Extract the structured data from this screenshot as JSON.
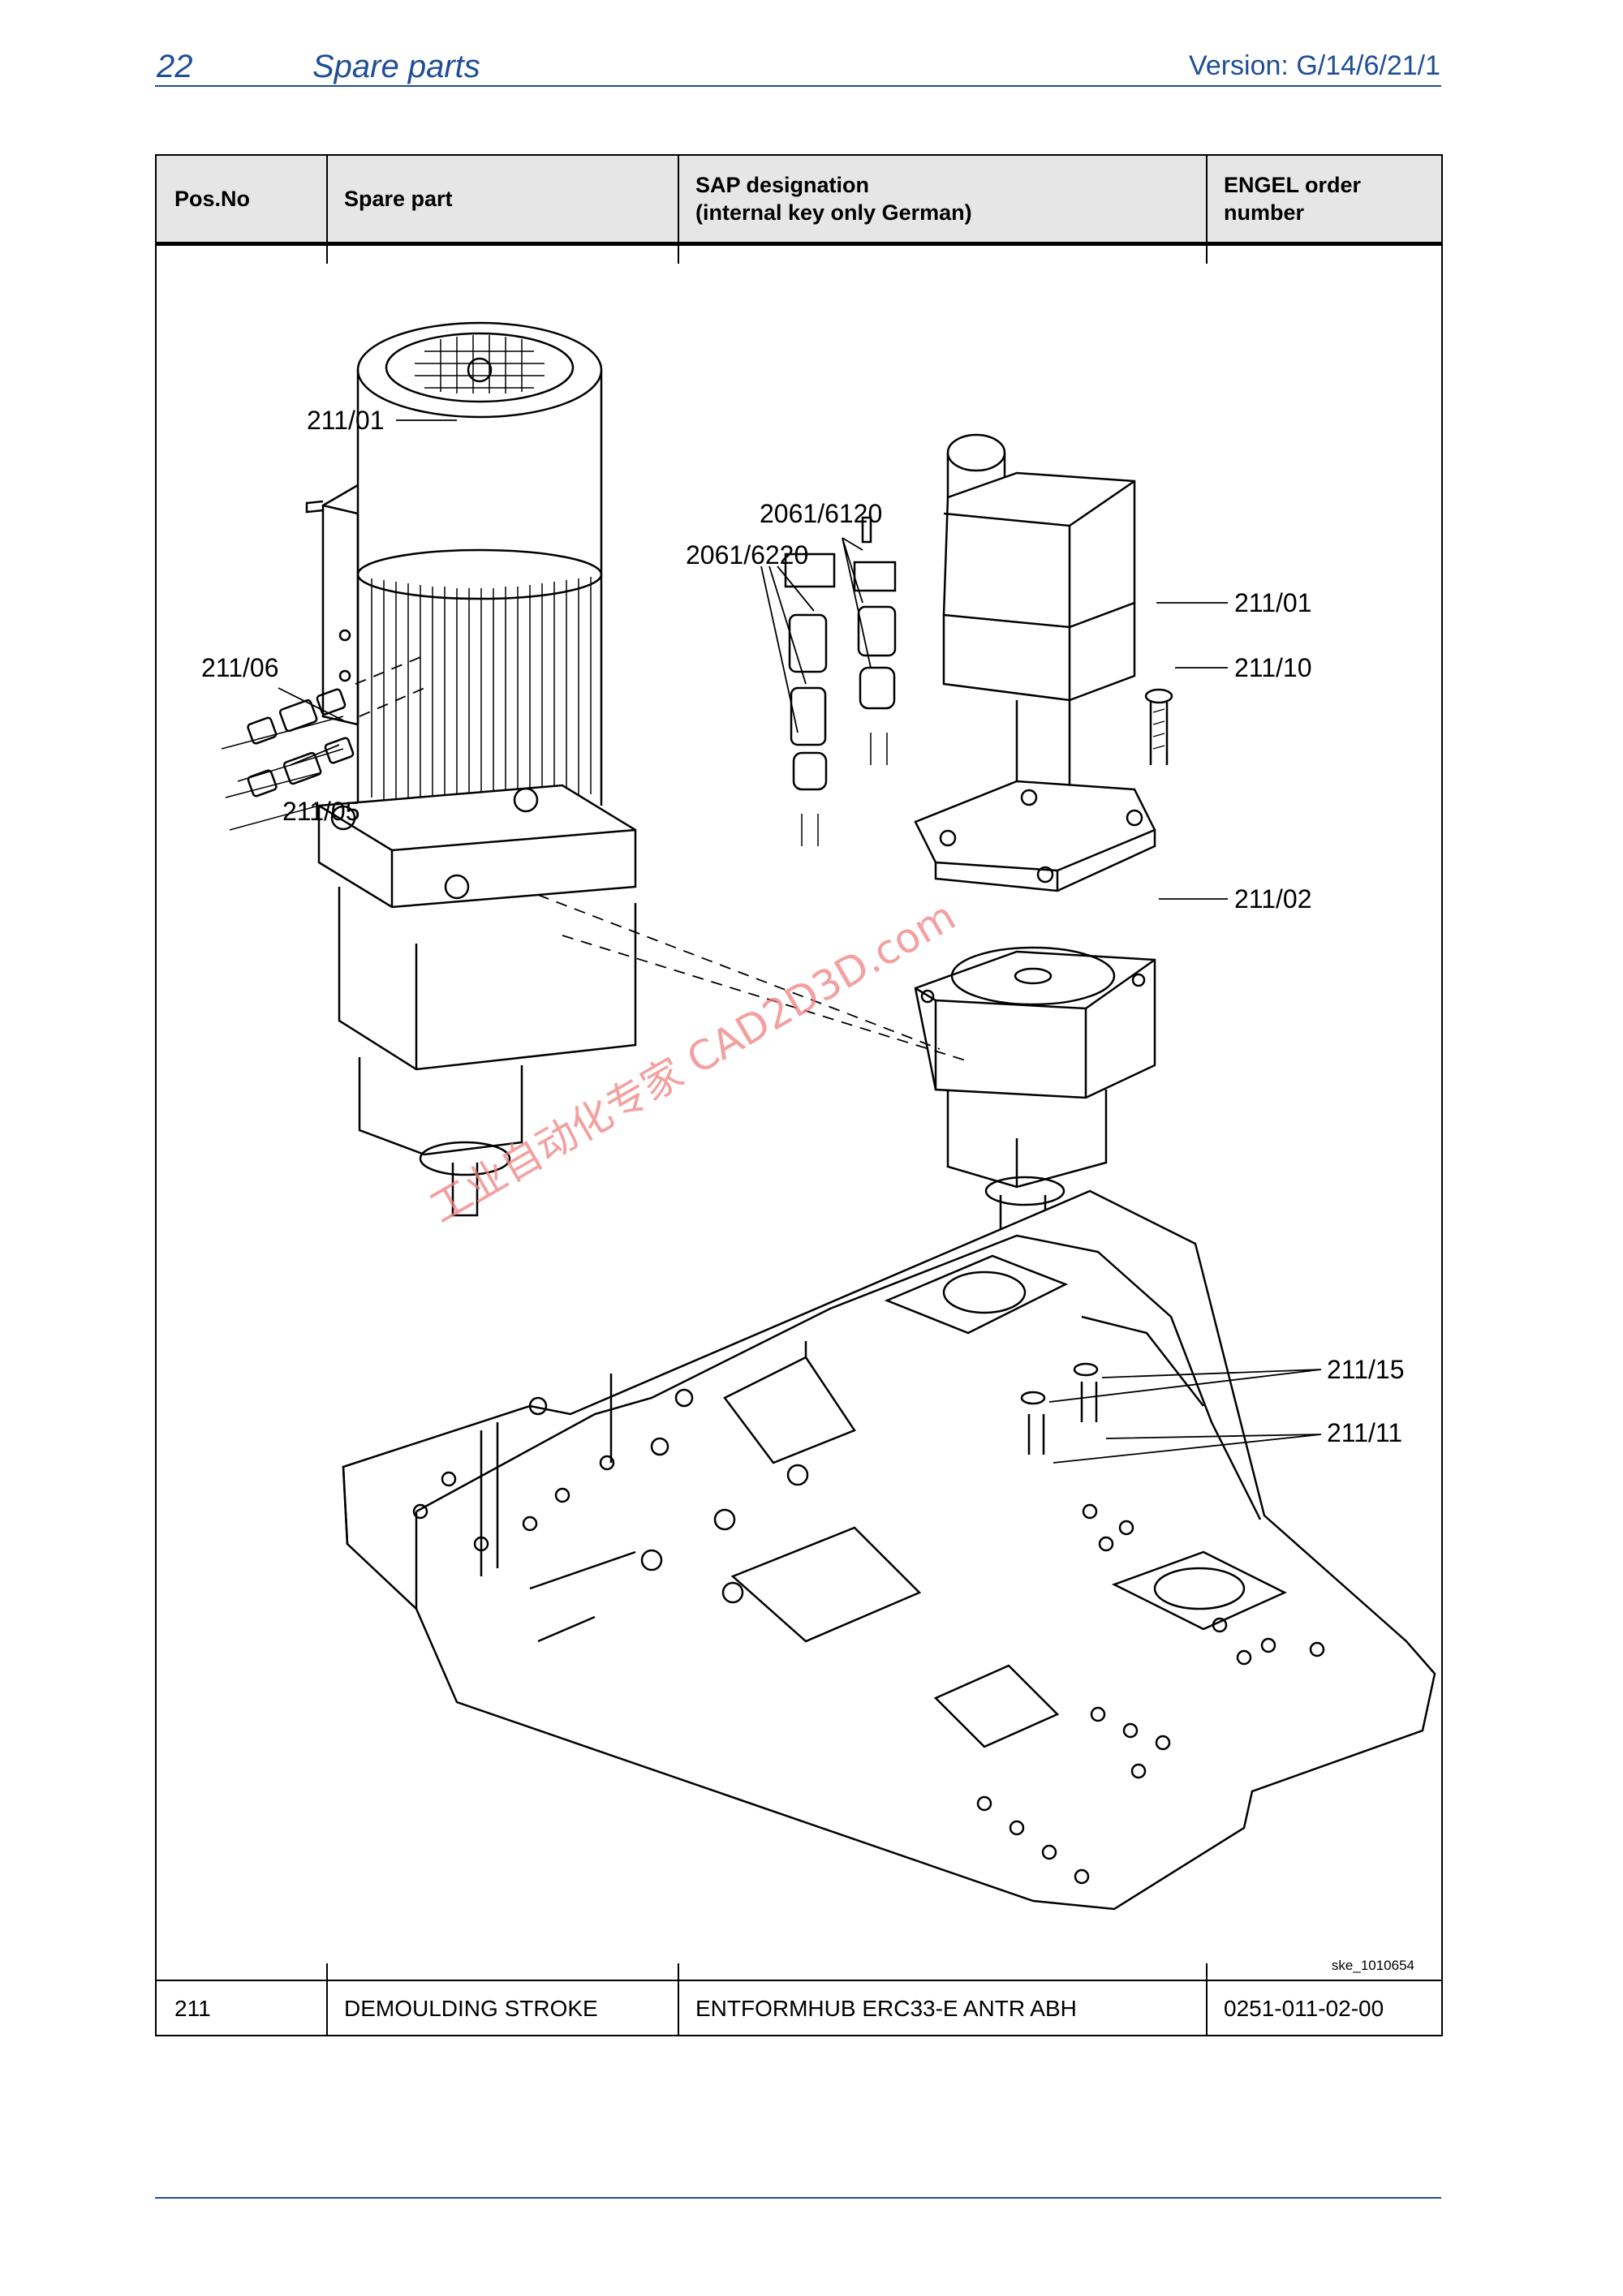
{
  "header": {
    "page_number": "22",
    "title": "Spare parts",
    "version": "Version: G/14/6/21/1"
  },
  "table": {
    "columns": [
      "Pos.No",
      "Spare part",
      "SAP designation\n(internal key only German)",
      "ENGEL order\nnumber"
    ],
    "rows": [
      {
        "pos_no": "211",
        "spare_part": "DEMOULDING STROKE",
        "sap_designation": "ENTFORMHUB ERC33-E ANTR ABH",
        "order_number": "0251-011-02-00"
      }
    ]
  },
  "figure": {
    "callouts": [
      "211/01",
      "2061/6120",
      "2061/6220",
      "211/01",
      "211/10",
      "211/06",
      "211/05",
      "211/02",
      "211/15",
      "211/11"
    ],
    "drawing_id": "ske_1010654",
    "watermark": "工业自动化专家 CAD2D3D.com",
    "watermark_color": "#f08080"
  },
  "colors": {
    "brand_blue": "#1f4e96"
  }
}
